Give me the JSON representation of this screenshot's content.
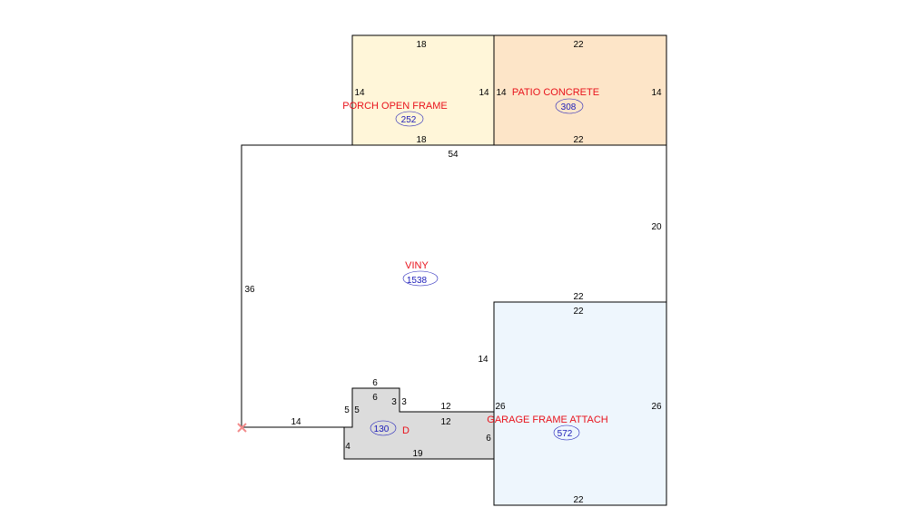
{
  "colors": {
    "label_red": "#e8121b",
    "value_blue": "#1a1ab8",
    "porch_fill": "#fff6d9",
    "patio_fill": "#fde5c8",
    "garage_fill": "#eef6fd",
    "d_fill": "#dcdcdc",
    "line": "#000000",
    "start_marker": "#f28b8b"
  },
  "areas": {
    "porch": {
      "label": "PORCH OPEN FRAME",
      "value": "252"
    },
    "patio": {
      "label": "PATIO CONCRETE",
      "value": "308"
    },
    "main": {
      "label": "VINY",
      "value": "1538"
    },
    "garage": {
      "label": "GARAGE FRAME ATTACH",
      "value": "572"
    },
    "d": {
      "label": "D",
      "value": "130"
    }
  },
  "dims": {
    "porch_top": "18",
    "porch_left": "14",
    "porch_right": "14",
    "porch_bottom": "18",
    "patio_top": "22",
    "patio_left": "14",
    "patio_right": "14",
    "patio_bottom": "22",
    "main_top": "54",
    "main_right": "20",
    "main_left": "36",
    "main_bottom": "14",
    "garage_top_outer": "22",
    "garage_top_inner": "22",
    "garage_left_upper": "14",
    "garage_left": "26",
    "garage_right": "26",
    "garage_bottom": "22",
    "d_top_outer": "6",
    "d_top_inner": "6",
    "d_left_outer": "5",
    "d_left_inner": "5",
    "d_step_left": "3",
    "d_step_right": "3",
    "d_upper_outer": "12",
    "d_upper_inner": "12",
    "d_right": "6",
    "d_bottom": "19",
    "d_left_lower": "4"
  }
}
